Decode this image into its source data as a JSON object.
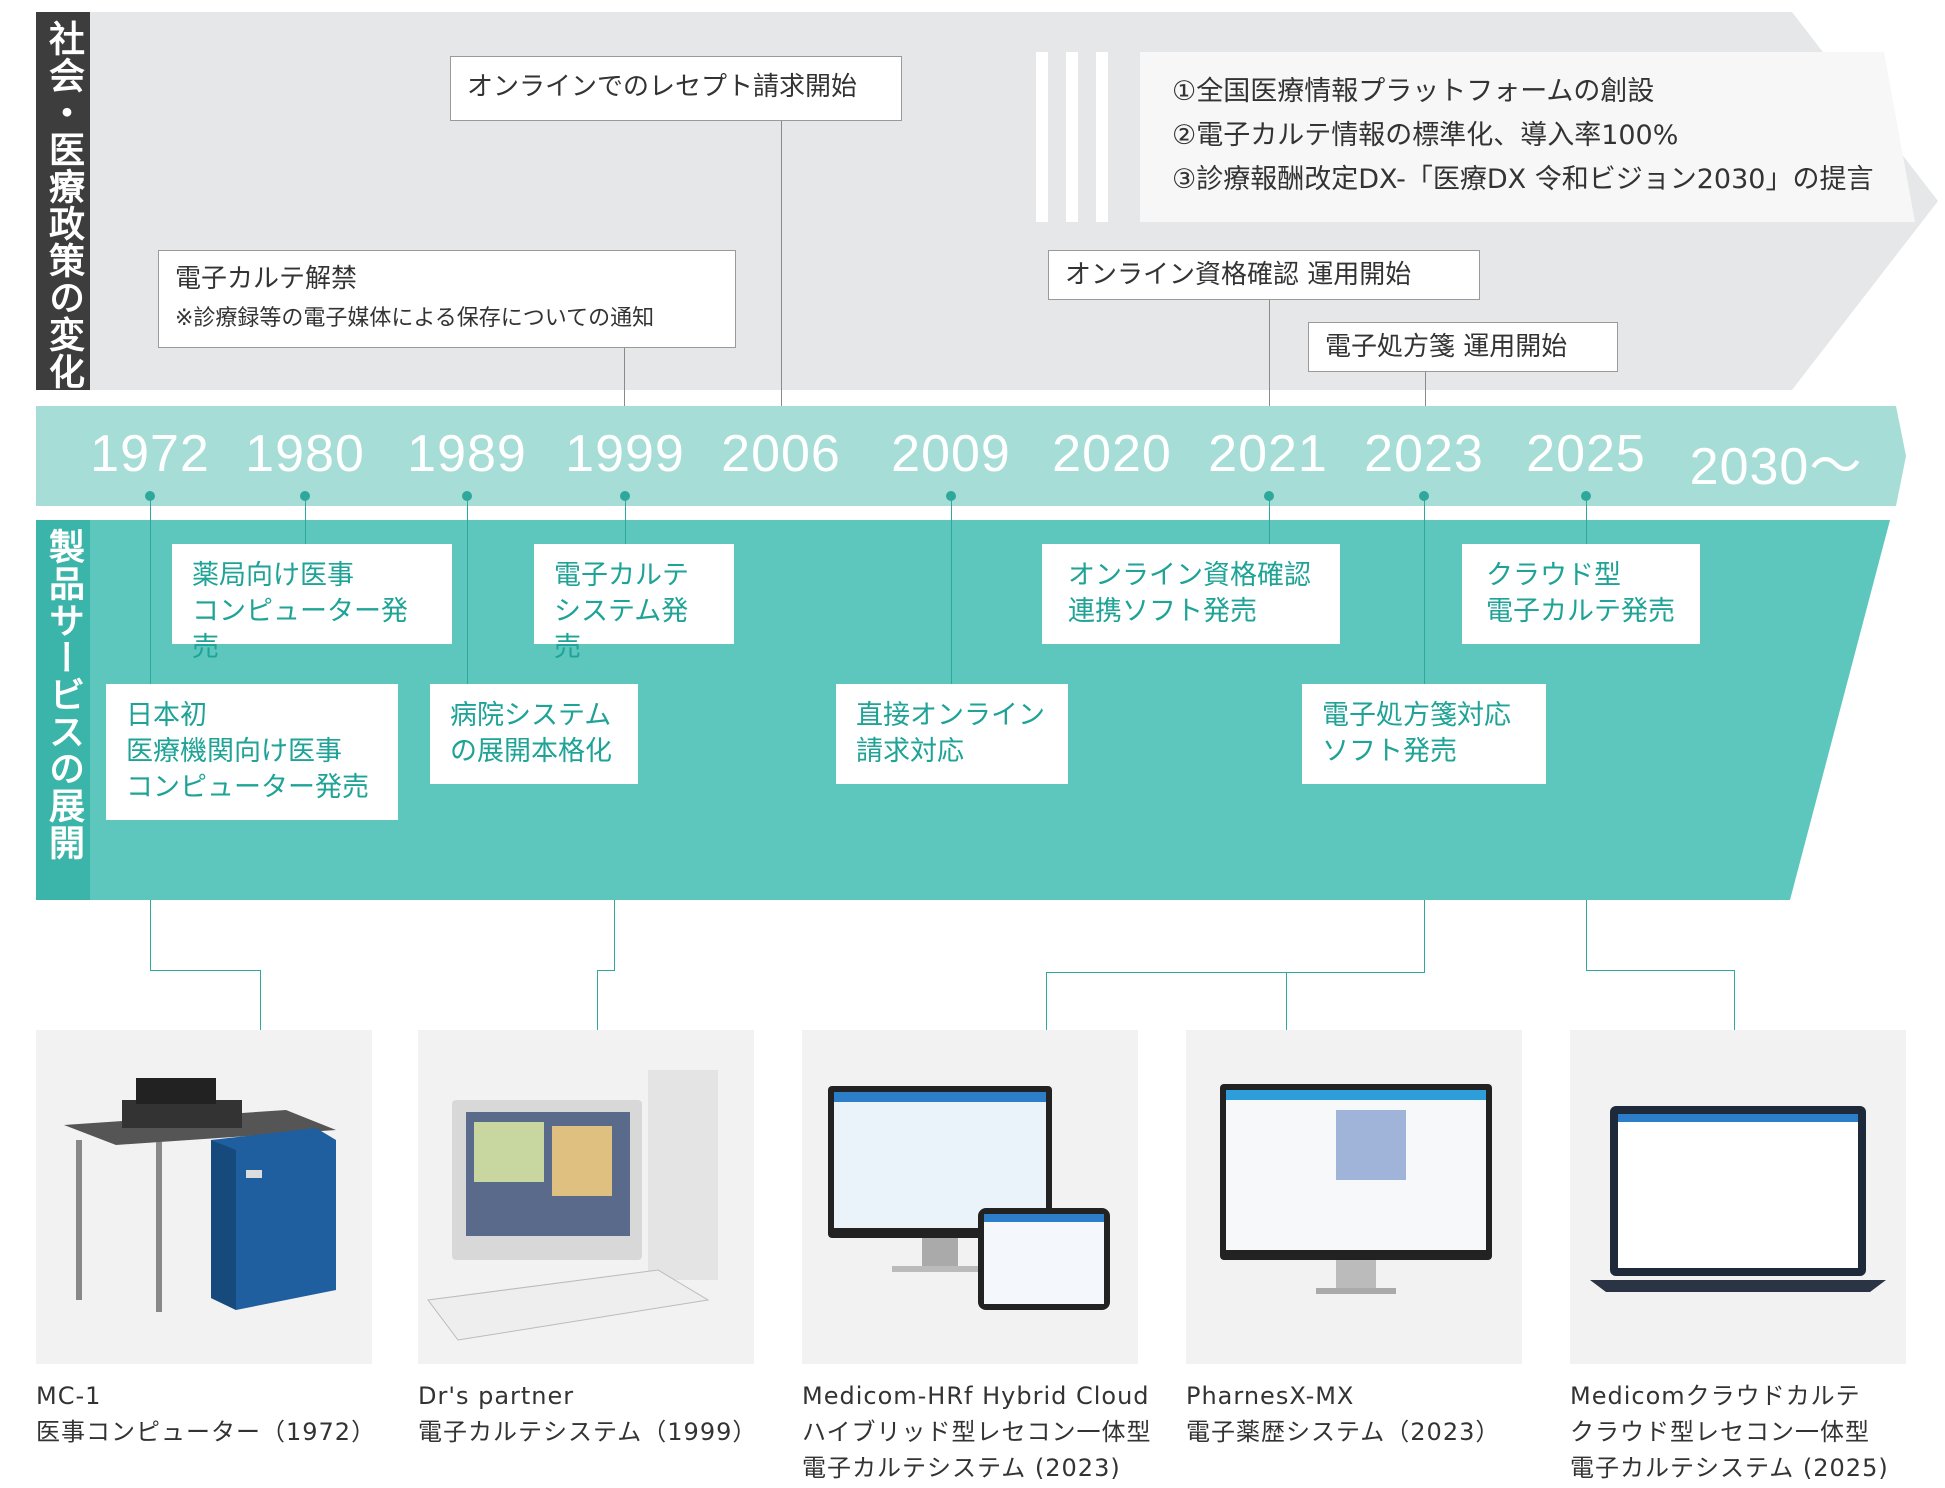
{
  "policy_section": {
    "label": "社会・医療政策の変化",
    "events": {
      "e1999_title": "電子カルテ解禁",
      "e1999_note": "※診療録等の電子媒体による保存についての通知",
      "e2006": "オンラインでのレセプト請求開始",
      "e2021": "オンライン資格確認 運用開始",
      "e2023": "電子処方箋 運用開始"
    },
    "vision": [
      "①全国医療情報プラットフォームの創設",
      "②電子カルテ情報の標準化、導入率100%",
      "③診療報酬改定DX-「医療DX 令和ビジョン2030」の提言"
    ]
  },
  "years": [
    "1972",
    "1980",
    "1989",
    "1999",
    "2006",
    "2009",
    "2020",
    "2021",
    "2023",
    "2025",
    "2030〜"
  ],
  "product_section": {
    "label": "製品サービスの展開",
    "events": {
      "p1972": "日本初\n医療機関向け医事\nコンピューター発売",
      "p1980": "薬局向け医事\nコンピューター発売",
      "p1989": "病院システム\nの展開本格化",
      "p1999": "電子カルテ\nシステム発売",
      "p2009": "直接オンライン\n請求対応",
      "p2021": "オンライン資格確認\n連携ソフト発売",
      "p2023": "電子処方箋対応\nソフト発売",
      "p2025": "クラウド型\n電子カルテ発売"
    }
  },
  "products": [
    {
      "caption": "MC-1\n医事コンピューター（1972）"
    },
    {
      "caption": "Dr's partner\n電子カルテシステム（1999）"
    },
    {
      "caption": "Medicom-HRf Hybrid Cloud\nハイブリッド型レセコン一体型\n電子カルテシステム (2023)"
    },
    {
      "caption": "PharnesX-MX\n電子薬歴システム（2023）"
    },
    {
      "caption": "Medicomクラウドカルテ\nクラウド型レセコン一体型\n電子カルテシステム (2025)"
    }
  ],
  "colors": {
    "policy_band": "#e6e7e8",
    "policy_side": "#3d3d3d",
    "year_band": "#a6ddd6",
    "product_band": "#5ec7bd",
    "product_side": "#3bb5a9",
    "accent_text": "#1ea396"
  }
}
